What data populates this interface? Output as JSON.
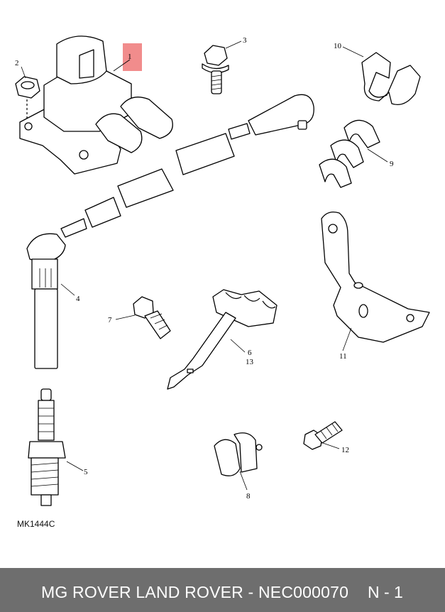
{
  "callouts": {
    "c1": "1",
    "c2": "2",
    "c3": "3",
    "c4": "4",
    "c5": "5",
    "c6": "6",
    "c7": "7",
    "c8": "8",
    "c9": "9",
    "c10": "10",
    "c11": "11",
    "c12": "12",
    "c13": "13"
  },
  "highlight_color": "#f08080",
  "reference_code": "MK1444C",
  "footer": {
    "title": "MG ROVER LAND ROVER - NEC000070",
    "page": "N - 1"
  }
}
